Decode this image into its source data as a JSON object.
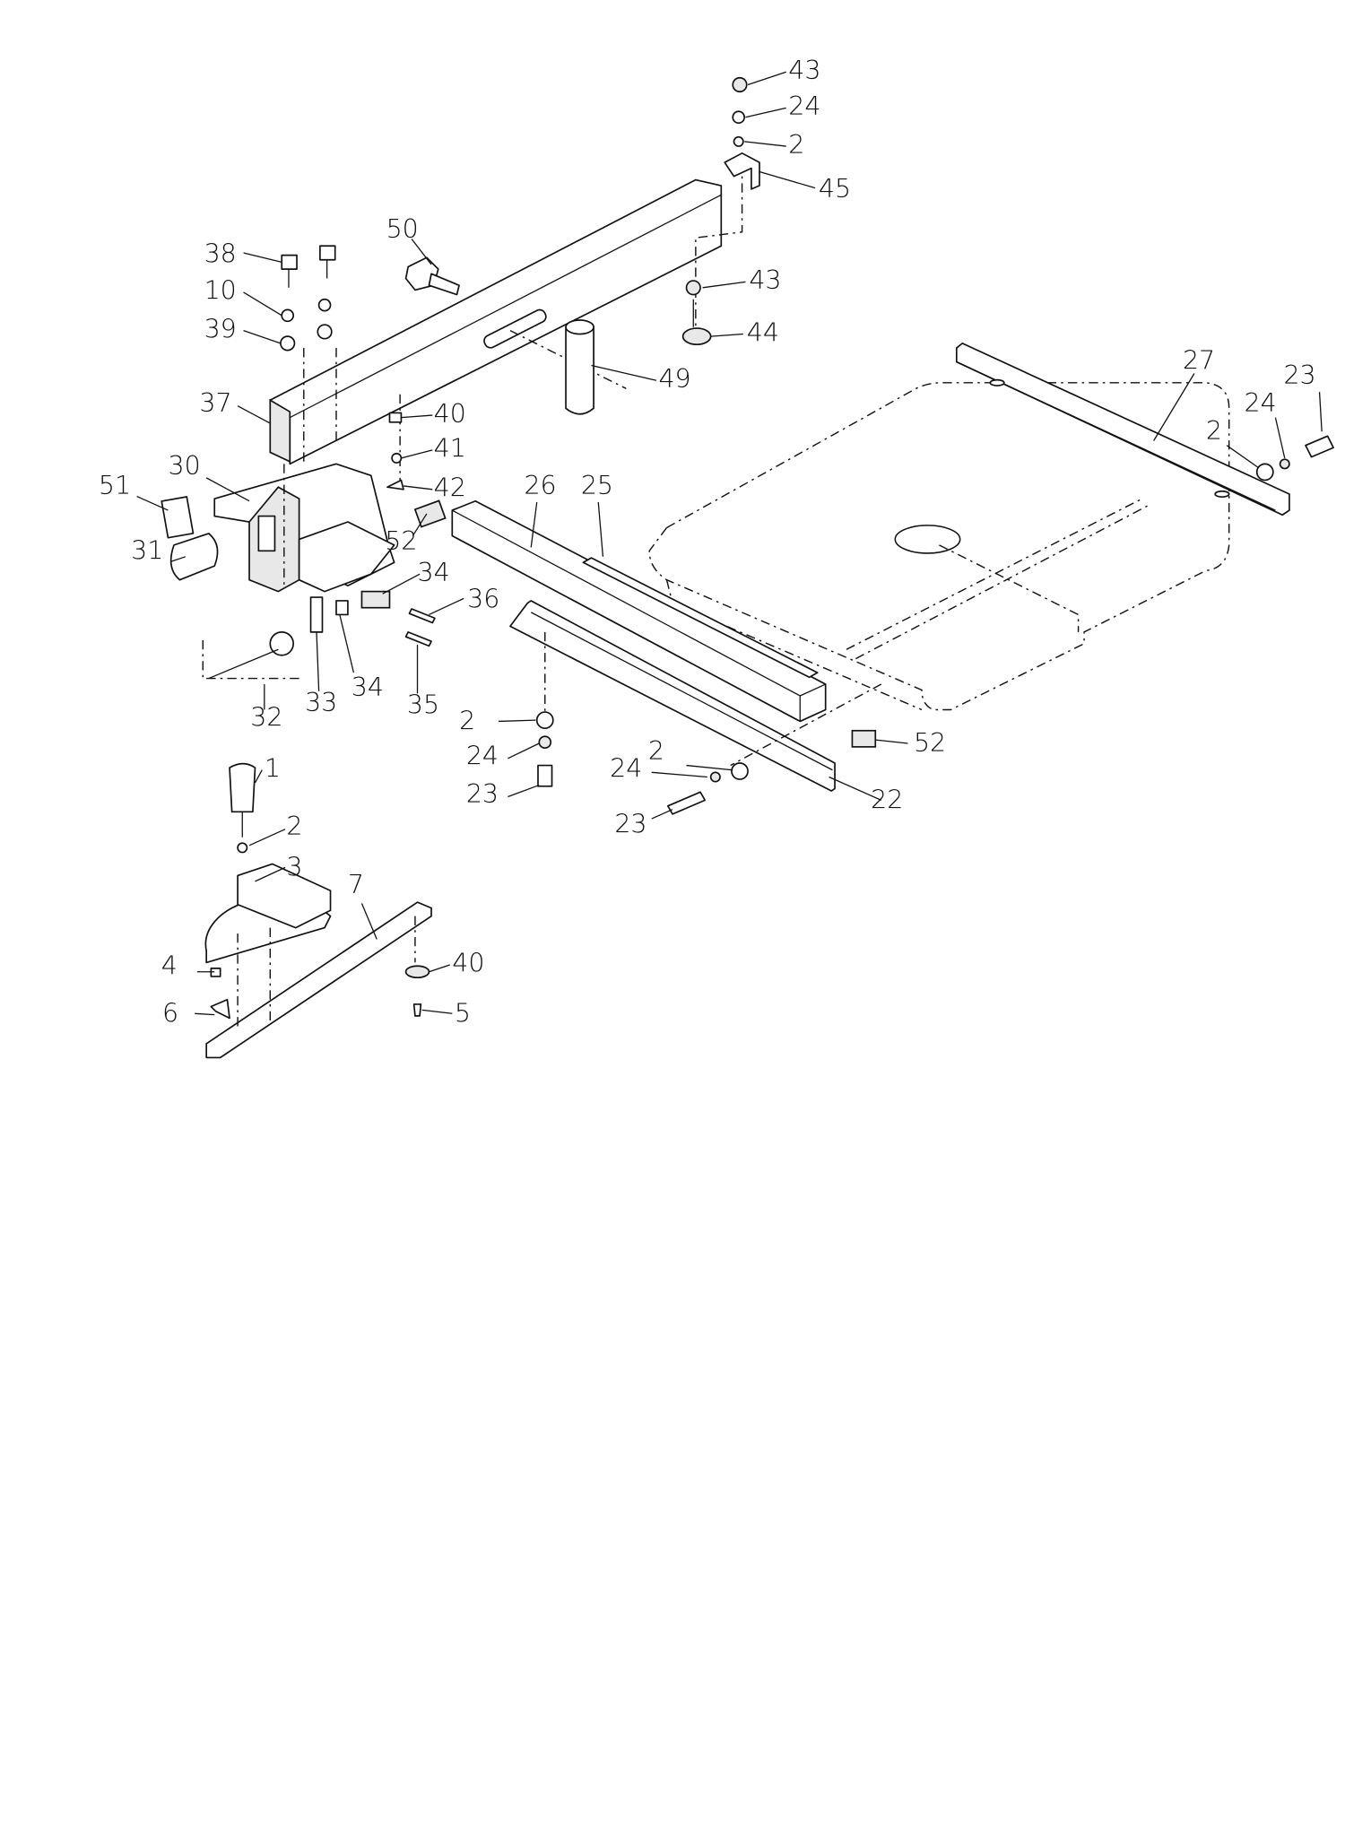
{
  "diagram": {
    "type": "exploded-parts-diagram",
    "callouts": [
      "43",
      "24",
      "2",
      "45",
      "50",
      "38",
      "10",
      "39",
      "43",
      "44",
      "49",
      "27",
      "23",
      "24",
      "2",
      "37",
      "40",
      "41",
      "42",
      "30",
      "51",
      "26",
      "25",
      "52",
      "31",
      "34",
      "36",
      "34",
      "33",
      "32",
      "35",
      "52",
      "2",
      "24",
      "2",
      "23",
      "24",
      "22",
      "23",
      "1",
      "2",
      "3",
      "7",
      "40",
      "4",
      "6",
      "5"
    ]
  }
}
